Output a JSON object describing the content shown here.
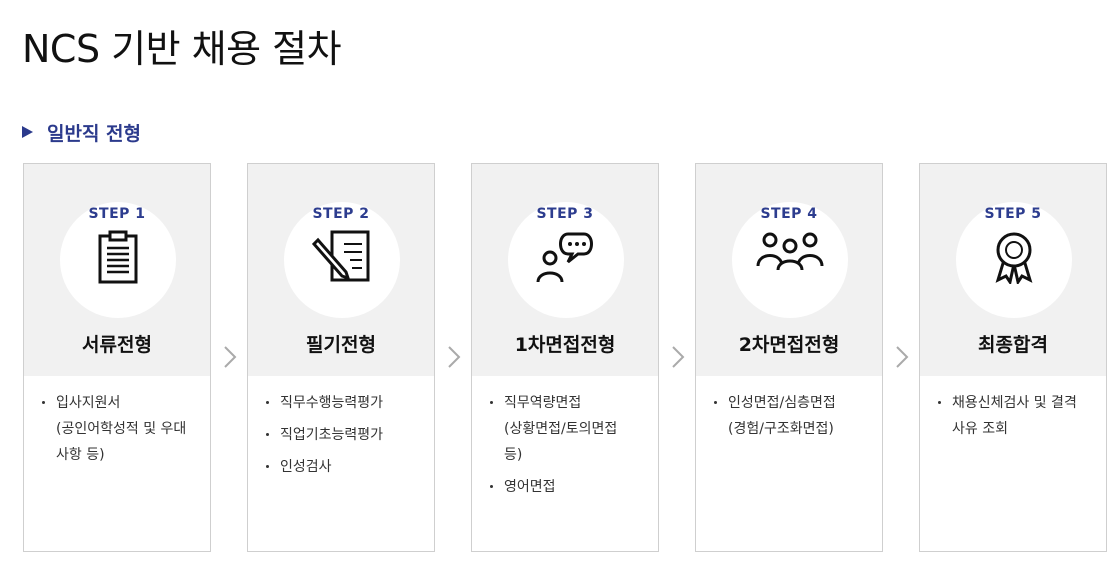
{
  "page": {
    "title": "NCS 기반 채용 절차"
  },
  "section": {
    "heading": "일반직 전형"
  },
  "colors": {
    "accent": "#2b3a8c",
    "panel": "#f1f1f1",
    "border": "#cfcfcf"
  },
  "steps": [
    {
      "step": "STEP 1",
      "title": "서류전형",
      "icon": "clipboard-icon",
      "items": [
        {
          "text": "입사지원서",
          "sub": [
            "(공인어학성적 및 우대",
            "사항 등)"
          ]
        }
      ]
    },
    {
      "step": "STEP 2",
      "title": "필기전형",
      "icon": "pen-document-icon",
      "items": [
        {
          "text": "직무수행능력평가",
          "sub": []
        },
        {
          "text": "직업기초능력평가",
          "sub": []
        },
        {
          "text": "인성검사",
          "sub": []
        }
      ]
    },
    {
      "step": "STEP 3",
      "title": "1차면접전형",
      "icon": "chat-person-icon",
      "items": [
        {
          "text": "직무역량면접",
          "sub": [
            "(상황면접/토의면접",
            "등)"
          ]
        },
        {
          "text": "영어면접",
          "sub": []
        }
      ]
    },
    {
      "step": "STEP 4",
      "title": "2차면접전형",
      "icon": "group-icon",
      "items": [
        {
          "text": "인성면접/심층면접",
          "sub": [
            "(경험/구조화면접)"
          ]
        }
      ]
    },
    {
      "step": "STEP 5",
      "title": "최종합격",
      "icon": "award-ribbon-icon",
      "items": [
        {
          "text": "채용신체검사 및 결격",
          "sub": [
            "사유 조회"
          ]
        }
      ]
    }
  ]
}
